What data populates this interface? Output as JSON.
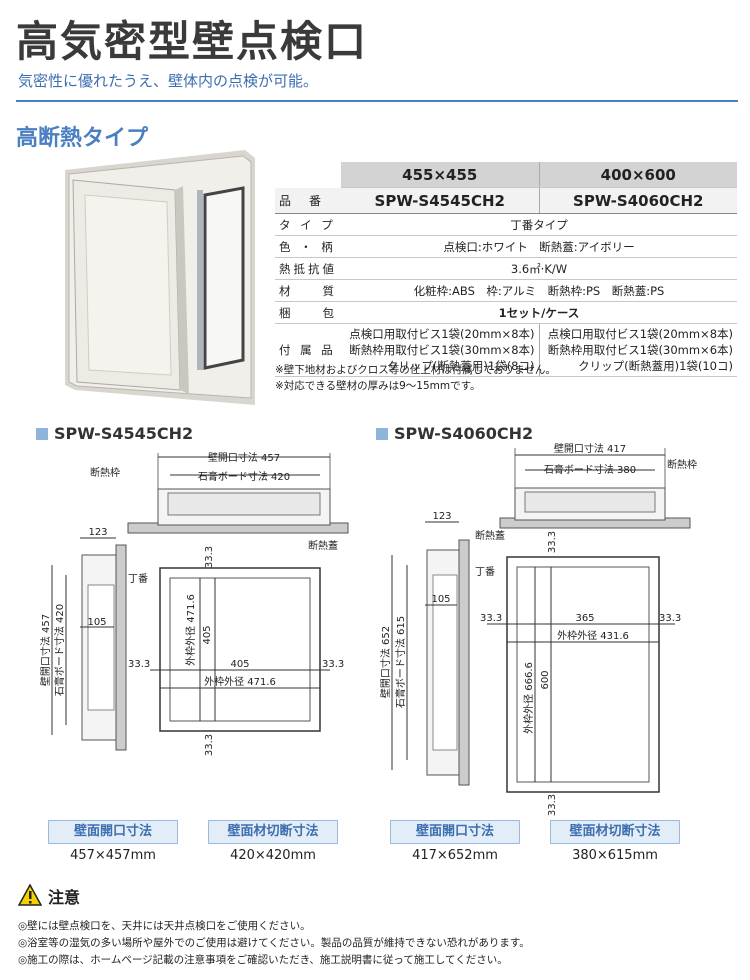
{
  "header": {
    "title": "高気密型壁点検口",
    "subtitle": "気密性に優れたうえ、壁体内の点検が可能。",
    "section_title": "高断熱タイプ"
  },
  "spec_table": {
    "sizes": [
      "455×455",
      "400×600"
    ],
    "model_label": "品　番",
    "models": [
      "SPW-S4545CH2",
      "SPW-S4060CH2"
    ],
    "rows": [
      {
        "label": "タ イ プ",
        "value": "丁番タイプ"
      },
      {
        "label": "色 ・ 柄",
        "value": "点検口:ホワイト　断熱蓋:アイボリー"
      },
      {
        "label": "熱抵抗値",
        "value": "3.6㎡·K/W"
      },
      {
        "label": "材　　質",
        "value": "化粧枠:ABS　枠:アルミ　断熱枠:PS　断熱蓋:PS"
      },
      {
        "label": "梱　　包",
        "value": "1セット/ケース"
      }
    ],
    "accessory_label": "付 属 品",
    "accessories_a": [
      "点検口用取付ビス1袋(20mm×8本)",
      "断熱枠用取付ビス1袋(30mm×8本)",
      "クリップ(断熱蓋用)1袋(8コ)"
    ],
    "accessories_b": [
      "点検口用取付ビス1袋(20mm×8本)",
      "断熱枠用取付ビス1袋(30mm×6本)",
      "クリップ(断熱蓋用)1袋(10コ)"
    ]
  },
  "notes": [
    "※壁下地材およびクロス等の仕上材は付属しておりません。",
    "※対応できる壁材の厚みは9～15mmです。"
  ],
  "diagram_a": {
    "name": "SPW-S4545CH2",
    "wall_opening": "壁開口寸法 457",
    "board": "石膏ボード寸法 420",
    "insul_frame": "断熱枠",
    "insul_lid": "断熱蓋",
    "depth": "123",
    "inner": "105",
    "hinge": "丁番",
    "v_open": "壁開口寸法 457",
    "v_board": "石膏ボード寸法 420",
    "margin": "33.3",
    "outer_v": "外枠外径 471.6",
    "span": "405",
    "outer_h": "外枠外径 471.6",
    "label_open": "壁面開口寸法",
    "value_open": "457×457mm",
    "label_cut": "壁面材切断寸法",
    "value_cut": "420×420mm"
  },
  "diagram_b": {
    "name": "SPW-S4060CH2",
    "wall_opening": "壁開口寸法 417",
    "board": "石膏ボード寸法 380",
    "insul_frame": "断熱枠",
    "insul_lid": "断熱蓋",
    "depth": "123",
    "inner": "105",
    "hinge": "丁番",
    "v_open": "壁開口寸法 652",
    "v_board": "石膏ボード寸法 615",
    "margin": "33.3",
    "span_h": "365",
    "outer_h": "外枠外径 431.6",
    "span_v": "600",
    "outer_v": "外枠外径 666.6",
    "label_open": "壁面開口寸法",
    "value_open": "417×652mm",
    "label_cut": "壁面材切断寸法",
    "value_cut": "380×615mm"
  },
  "caution": {
    "heading": "注意",
    "items": [
      "◎壁には壁点検口を、天井には天井点検口をご使用ください。",
      "◎浴室等の湿気の多い場所や屋外でのご使用は避けてください。製品の品質が維持できない恐れがあります。",
      "◎施工の際は、ホームページ記載の注意事項をご確認いただき、施工説明書に従って施工してください。"
    ]
  },
  "colors": {
    "accent": "#4a7fc1",
    "box_bg": "#e2edf8"
  }
}
